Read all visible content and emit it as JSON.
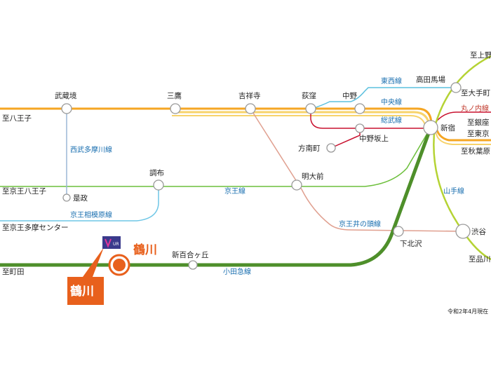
{
  "stations": {
    "musashisakai": "武蔵境",
    "mitaka": "三鷹",
    "kichijoji": "吉祥寺",
    "ogikubo": "荻窪",
    "nakano": "中野",
    "takadanobaba": "高田馬場",
    "shinjuku": "新宿",
    "nakanosakaue": "中野坂上",
    "honancho": "方南町",
    "chofu": "調布",
    "meidaimae": "明大前",
    "koremasa": "是政",
    "shimokitazawa": "下北沢",
    "shibuya": "渋谷",
    "shinyurigaoka": "新百合ヶ丘",
    "tsurukawa": "鶴川"
  },
  "lines": {
    "tozai": "東西線",
    "chuo": "中央線",
    "sobu": "総武線",
    "seibu_tamagawa": "西武多摩川線",
    "keio": "京王線",
    "keio_sagamihara": "京王相模原線",
    "keio_inokashira": "京王井の頭線",
    "odakyu": "小田急線",
    "yamanote": "山手線",
    "marunouchi": "丸ノ内線"
  },
  "destinations": {
    "hachioji": "至八王子",
    "keio_hachioji": "至京王八王子",
    "keio_tama_center": "至京王多摩センター",
    "machida": "至町田",
    "ueno": "至上野",
    "otemachi": "至大手町",
    "ginza": "至銀座",
    "tokyo": "至東京",
    "akihabara": "至秋葉原",
    "shinagawa": "至品川"
  },
  "marker": {
    "name": "鶴川",
    "logo_text": "UR"
  },
  "note": "令和2年4月現在",
  "colors": {
    "chuo": "#f5a623",
    "sobu": "#f7d36b",
    "tozai": "#5bc0de",
    "keio": "#6cbf3b",
    "odakyu": "#4e8f2a",
    "inokashira": "#e0a090",
    "seibu_tamagawa": "#9bb7d6",
    "sagamihara": "#6ec6e6",
    "yamanote": "#9acd32",
    "marunouchi": "#c8102e",
    "accent_orange": "#e8601c",
    "label_blue": "#1a6fb0"
  }
}
